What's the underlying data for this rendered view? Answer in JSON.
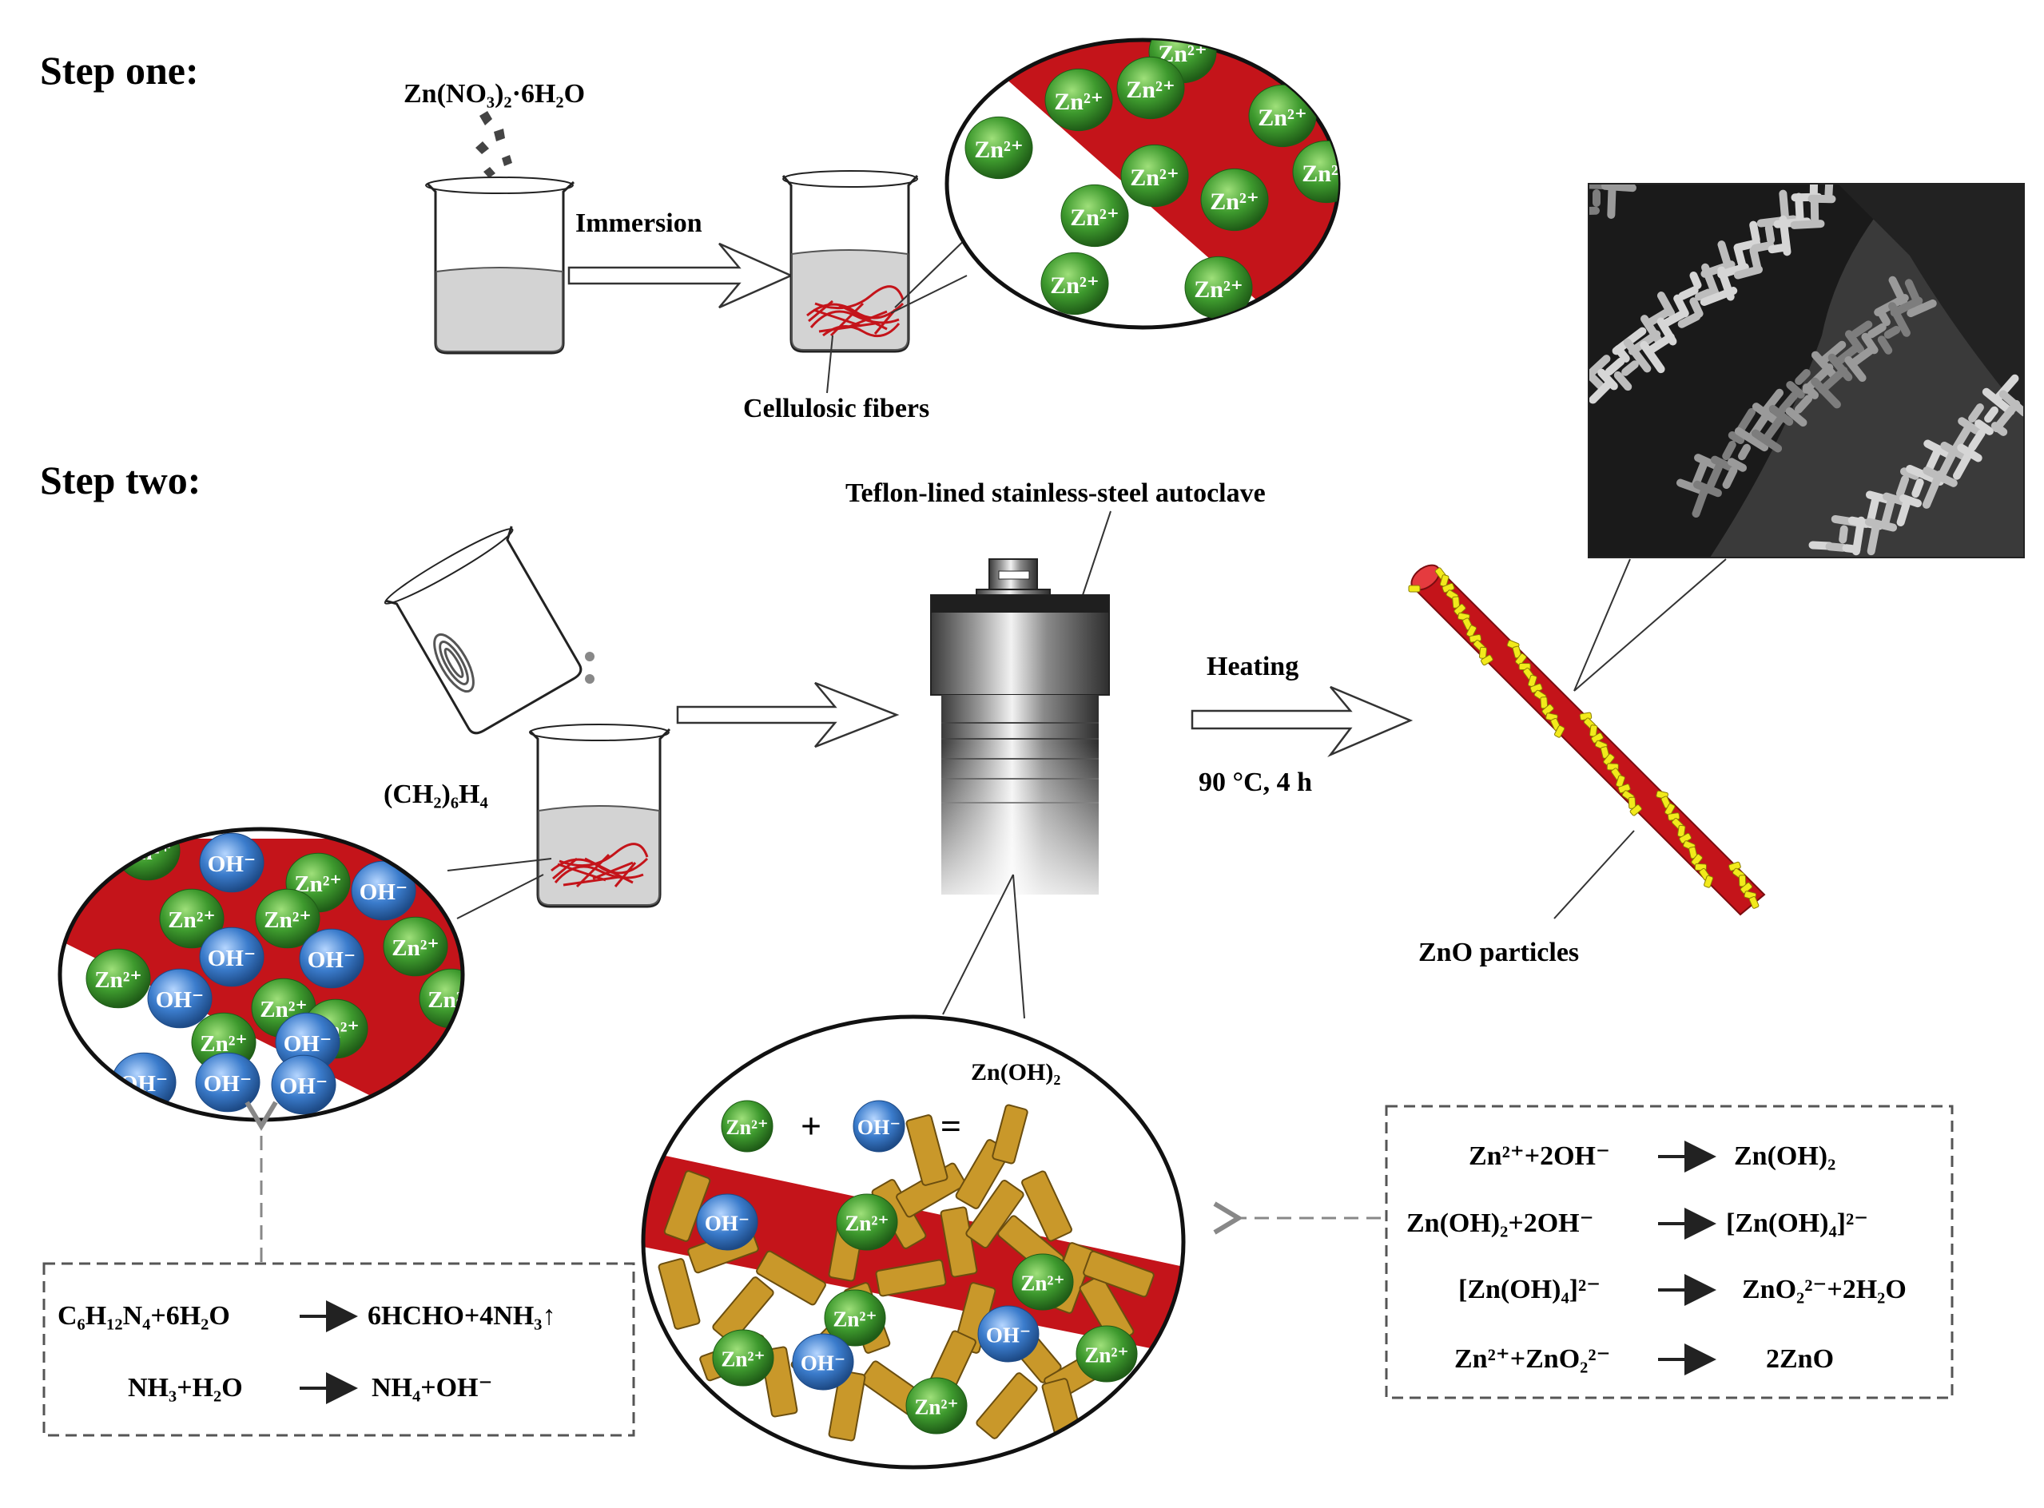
{
  "colors": {
    "fiber_red": "#c4141a",
    "zn_green": "#3e9a2e",
    "oh_blue": "#3b7ccc",
    "rod_gold": "#c9982a",
    "zno_yellow": "#f2ea1b",
    "solution_gray": "#d3d3d3",
    "line_dark": "#2a2a2a",
    "dashed_gray": "#888888"
  },
  "icons": [
    "beaker-icon",
    "autoclave-icon",
    "sem-micrograph",
    "fiber-rod-icon",
    "arrow-icon"
  ],
  "headings": {
    "step_one": "Step one:",
    "step_two": "Step two:"
  },
  "step_one": {
    "reagent": "Zn(NO₃)₂·6H₂O",
    "arrow_label": "Immersion",
    "fibers_label": "Cellulosic fibers",
    "zoom_ion": "Zn²⁺"
  },
  "step_two": {
    "reagent": "(CH₂)₆H₄",
    "autoclave_label": "Teflon-lined stainless-steel autoclave",
    "heating_label": "Heating",
    "conditions": "90 °C, 4 h",
    "particles_label": "ZnO particles",
    "zoom_ion_zn": "Zn²⁺",
    "zoom_ion_oh": "OH⁻"
  },
  "reaction_zoom": {
    "lhs_ion": "Zn²⁺",
    "plus": "+",
    "rhs_ion": "OH⁻",
    "equals": "=",
    "product": "Zn(OH)₂"
  },
  "left_reactions": [
    {
      "lhs": "C₆H₁₂N₄+6H₂O",
      "rhs": "6HCHO+4NH₃↑"
    },
    {
      "lhs": "NH₃+H₂O",
      "rhs": "NH₄+OH⁻"
    }
  ],
  "right_reactions": [
    {
      "lhs": "Zn²⁺+2OH⁻",
      "rhs": "Zn(OH)₂"
    },
    {
      "lhs": "Zn(OH)₂+2OH⁻",
      "rhs": "[Zn(OH)₄]²⁻"
    },
    {
      "lhs": "[Zn(OH)₄]²⁻",
      "rhs": "ZnO₂²⁻+2H₂O"
    },
    {
      "lhs": "Zn²⁺+ZnO₂²⁻",
      "rhs": "2ZnO"
    }
  ]
}
